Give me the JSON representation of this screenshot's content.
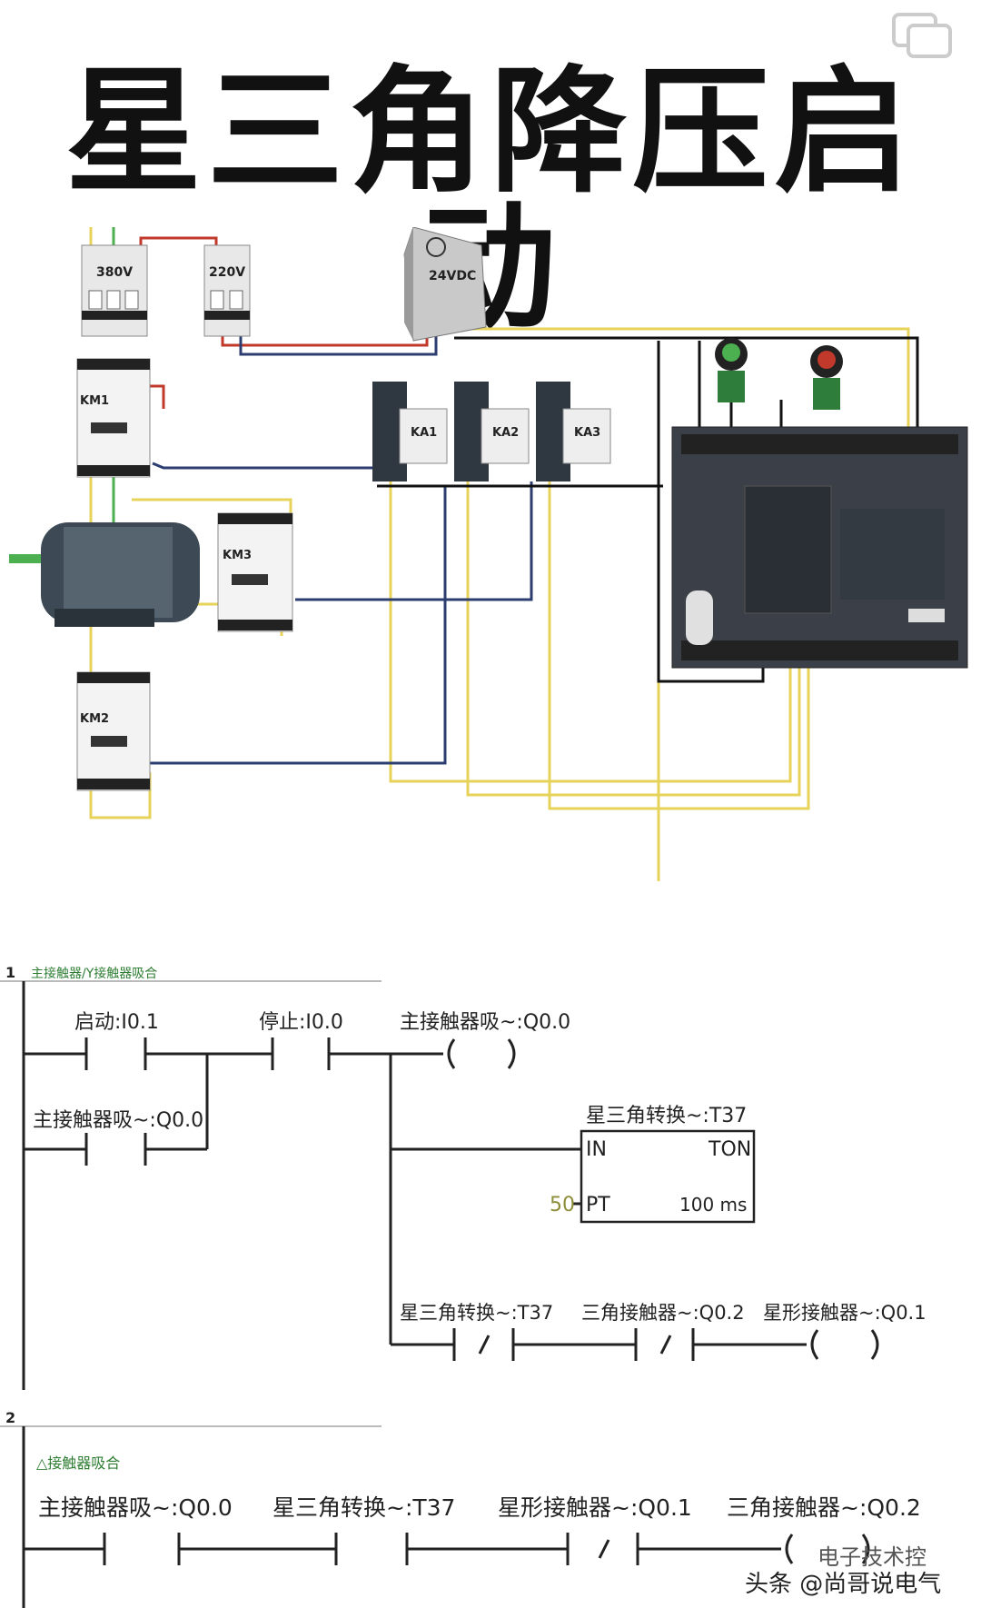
{
  "title": "星三角降压启动",
  "wiring": {
    "breaker_380": "380V",
    "breaker_220": "220V",
    "power_supply": "24VDC",
    "contactors": [
      "KM1",
      "KM3",
      "KM2"
    ],
    "relays": [
      "KA1",
      "KA2",
      "KA3"
    ]
  },
  "ladder": {
    "network1": {
      "number": "1",
      "comment": "主接触器/Y接触器吸合",
      "start": "启动:I0.1",
      "stop": "停止:I0.0",
      "main_coil": "主接触器吸~:Q0.0",
      "main_seal": "主接触器吸~:Q0.0",
      "timer_name": "星三角转换~:T37",
      "timer_in": "IN",
      "timer_type": "TON",
      "timer_pt_value": "50",
      "timer_pt": "PT",
      "timer_base": "100 ms",
      "nc_timer": "星三角转换~:T37",
      "nc_delta": "三角接触器~:Q0.2",
      "star_coil": "星形接触器~:Q0.1"
    },
    "network2": {
      "number": "2",
      "comment": "△接触器吸合",
      "c1": "主接触器吸~:Q0.0",
      "c2": "星三角转换~:T37",
      "c3": "星形接触器~:Q0.1",
      "coil": "三角接触器~:Q0.2"
    }
  },
  "watermark": "头条 @尚哥说电气",
  "watermark2": "电子技术控",
  "colors": {
    "red_wire": "#c0392b",
    "yellow_wire": "#e8d35a",
    "green_wire": "#4caf50",
    "blue_wire": "#2c3e70",
    "black_wire": "#111111",
    "plc_body": "#3b4048"
  }
}
